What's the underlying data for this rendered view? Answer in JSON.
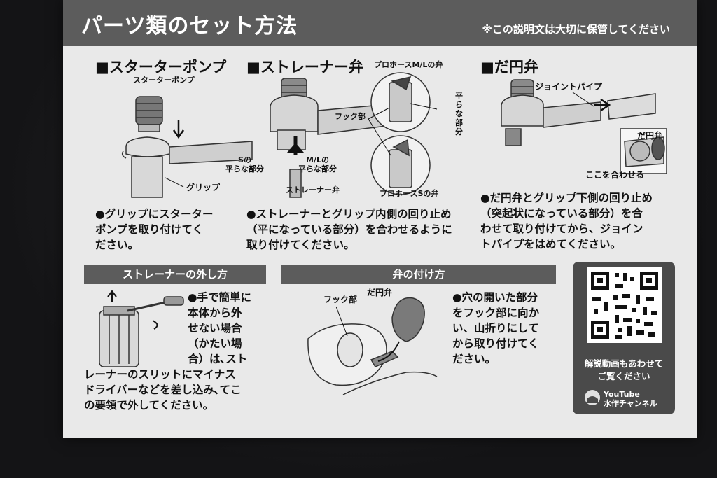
{
  "header": {
    "title": "パーツ類のセット方法",
    "keep_note": "※この説明文は大切に保管してください"
  },
  "starter": {
    "heading": "■スターターポンプ",
    "label_pump": "スターターポンプ",
    "label_grip": "グリップ",
    "instruction": "●グリップにスターター\nポンプを取り付けてく\nださい。"
  },
  "strainer": {
    "heading": "■ストレーナー弁",
    "label_hook": "フック部",
    "label_ml_valve": "プロホースM/Lの弁",
    "label_flat": "平\nら\nな\n部\n分",
    "label_s_flat": "Sの\n平らな部分",
    "label_ml_flat": "M/Lの\n平らな部分",
    "label_strainer_valve": "ストレーナー弁",
    "label_s_valve": "プロホースSの弁",
    "instruction": "●ストレーナーとグリップ内側の回り止め\n（平になっている部分）を合わせるように\n取り付けてください。"
  },
  "oval": {
    "heading": "■だ円弁",
    "label_joint_pipe": "ジョイントパイプ",
    "label_oval_valve": "だ円弁",
    "label_align": "ここを合わせる",
    "instruction": "●だ円弁とグリップ下側の回り止め\n（突起状になっている部分）を合\nわせて取り付けてから、ジョイン\nトパイプをはめてください。"
  },
  "remove": {
    "band": "ストレーナーの外し方",
    "text_narrow": "●手で簡単に\n本体から外\nせない場合\n（かたい場\n合）は､スト",
    "text_wide": "レーナーのスリットにマイナス\nドライバーなどを差し込み､てこ\nの要領で外してください。"
  },
  "attach": {
    "band": "弁の付け方",
    "label_hook": "フック部",
    "label_oval_valve": "だ円弁",
    "instruction": "●穴の開いた部分\nをフック部に向か\nい、山折りにして\nから取り付けてく\nださい。"
  },
  "qr": {
    "note": "解説動画もあわせて\nご覧ください",
    "channel": "YouTube\n水作チャンネル"
  },
  "colors": {
    "band": "#5c5c5c",
    "paper": "#e9e9e9"
  }
}
